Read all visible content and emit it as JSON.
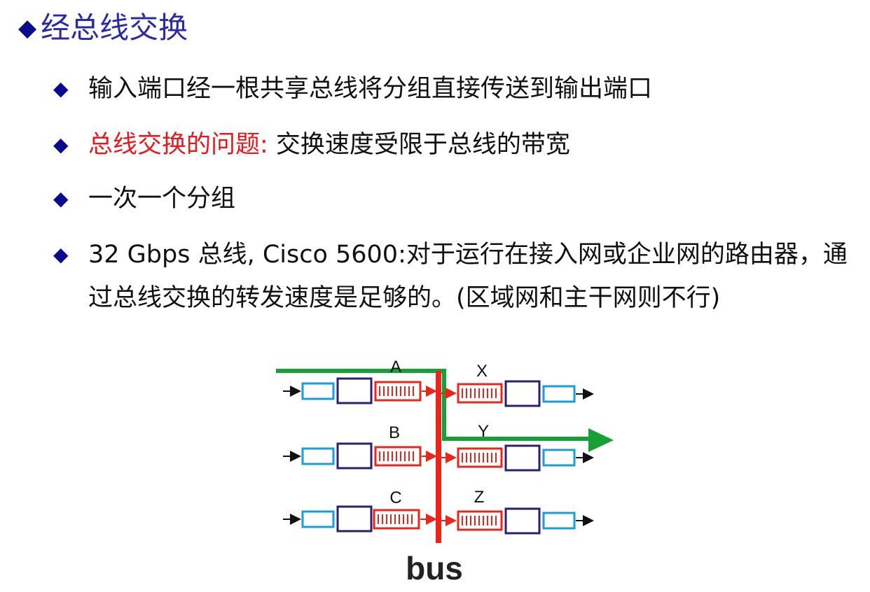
{
  "title": "经总线交换",
  "bullets": {
    "b1": "输入端口经一根共享总线将分组直接传送到输出端口",
    "b2_red": "总线交换的问题:",
    "b2_rest": " 交换速度受限于总线的带宽",
    "b3": "一次一个分组",
    "b4": "32 Gbps 总线, Cisco 5600:对于运行在接入网或企业网的路由器，通过总线交换的转发速度是足够的。(区域网和主干网则不行)"
  },
  "diagram": {
    "input_ports": [
      "A",
      "B",
      "C"
    ],
    "output_ports": [
      "X",
      "Y",
      "Z"
    ],
    "bus_label": "bus",
    "colors": {
      "bus": "#e8261c",
      "path": "#16a035",
      "cyan_box": "#1a9ed9",
      "purple_box": "#2b1f6e",
      "queue": "#e8261c",
      "bullet": "#0a0a8c",
      "title": "#2a2aa6"
    }
  }
}
